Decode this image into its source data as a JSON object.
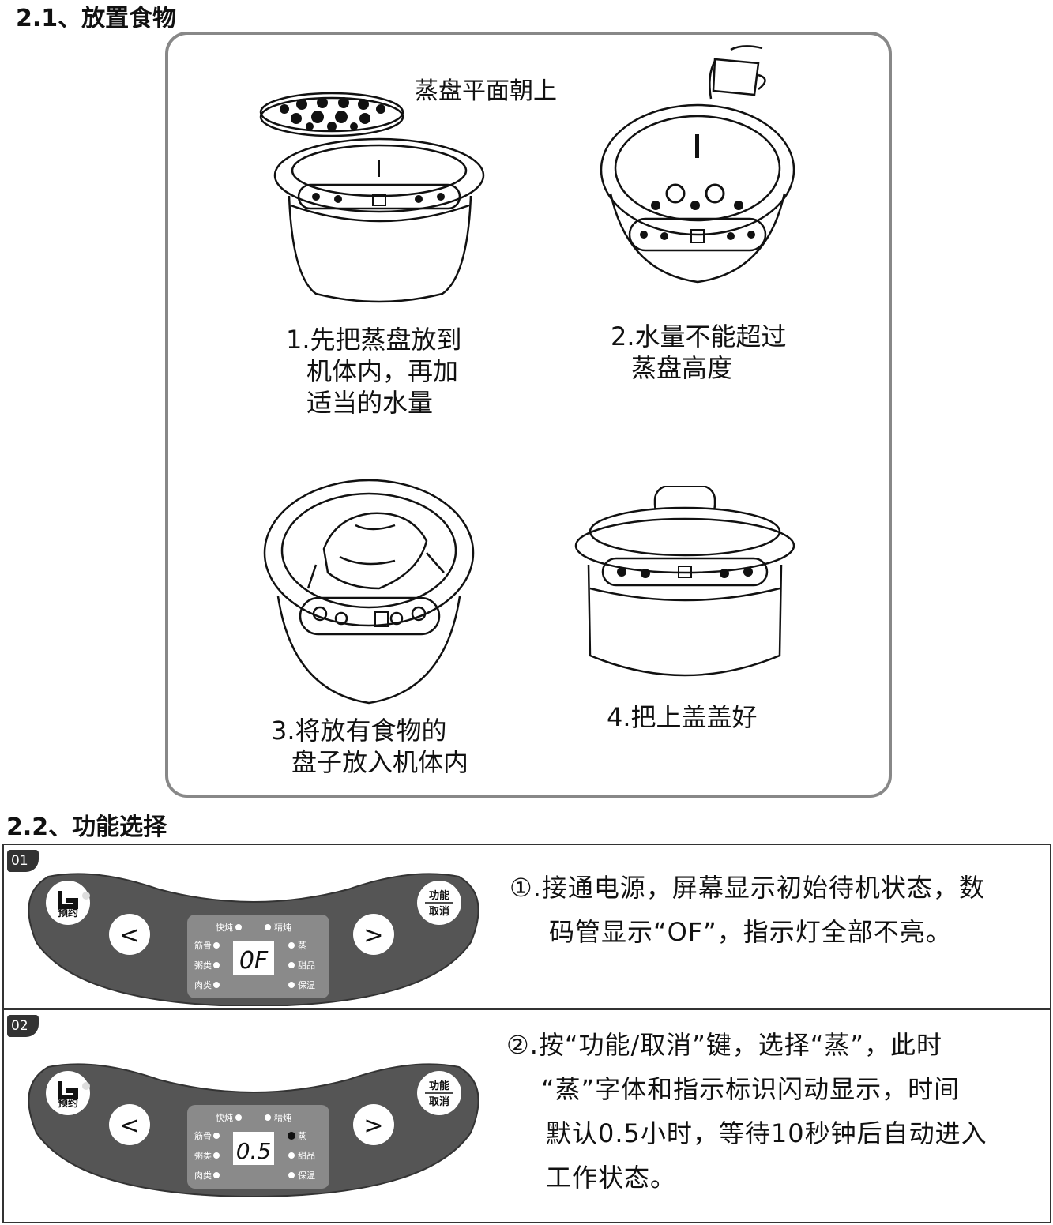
{
  "section1": {
    "heading": "2.1、放置食物",
    "label_steam_plate": "蒸盘平面朝上",
    "steps": [
      {
        "lines": [
          "1.先把蒸盘放到",
          "机体内，再加",
          "适当的水量"
        ]
      },
      {
        "lines": [
          "2.水量不能超过",
          "蒸盘高度"
        ]
      },
      {
        "lines": [
          "3.将放有食物的",
          "盘子放入机体内"
        ]
      },
      {
        "lines": [
          "4.把上盖盖好"
        ]
      }
    ]
  },
  "section2": {
    "heading": "2.2、功能选择",
    "rows": [
      {
        "number": "01",
        "description": [
          "①.接通电源，屏幕显示初始待机状态，数",
          "码管显示“OF”，指示灯全部不亮。"
        ],
        "panel": {
          "display": "0F",
          "reserve_label": "预约",
          "function_label_top": "功能",
          "function_label_bottom": "取消",
          "left_arrow": "<",
          "right_arrow": ">",
          "modes_left": [
            "快炖",
            "筋骨",
            "粥类",
            "肉类"
          ],
          "modes_right": [
            "精炖",
            "蒸",
            "甜品",
            "保温"
          ],
          "active_mode": ""
        }
      },
      {
        "number": "02",
        "description": [
          "②.按“功能/取消”键，选择“蒸”，此时",
          "“蒸”字体和指示标识闪动显示，时间",
          "默认0.5小时，等待10秒钟后自动进入",
          "工作状态。"
        ],
        "panel": {
          "display": "0.5",
          "reserve_label": "预约",
          "function_label_top": "功能",
          "function_label_bottom": "取消",
          "left_arrow": "<",
          "right_arrow": ">",
          "modes_left": [
            "快炖",
            "筋骨",
            "粥类",
            "肉类"
          ],
          "modes_right": [
            "精炖",
            "蒸",
            "甜品",
            "保温"
          ],
          "active_mode": "蒸"
        }
      }
    ]
  }
}
